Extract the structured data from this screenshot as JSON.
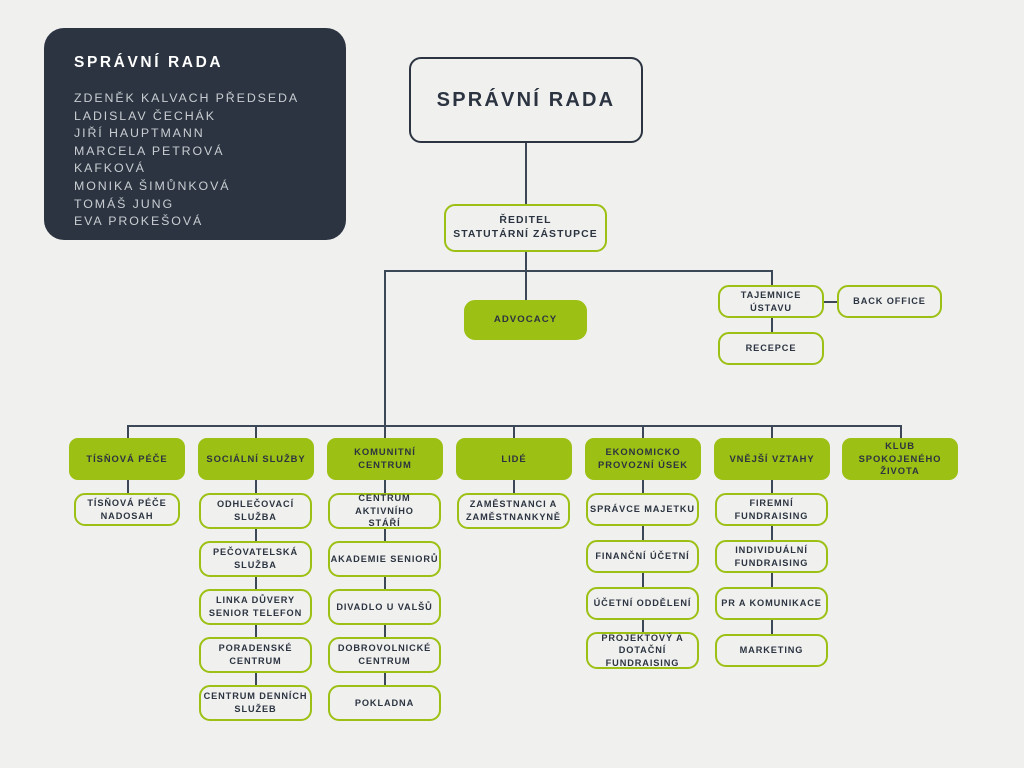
{
  "palette": {
    "background": "#f0f0ef",
    "dark": "#2b3440",
    "green": "#9cc013",
    "line": "#3c4858",
    "panel_text": "#c9cdd2"
  },
  "board_panel": {
    "title": "SPRÁVNÍ RADA",
    "members": [
      "ZDENĚK KALVACH PŘEDSEDA",
      "LADISLAV ČECHÁK",
      "JIŘÍ HAUPTMANN",
      "MARCELA PETROVÁ",
      "KAFKOVÁ",
      "MONIKA ŠIMŮNKOVÁ",
      "TOMÁŠ JUNG",
      "EVA PROKEŠOVÁ"
    ]
  },
  "chart_data": {
    "type": "diagram",
    "title": "Organizational chart",
    "root": {
      "label": "SPRÁVNÍ RADA"
    },
    "director": {
      "label_line1": "ŘEDITEL",
      "label_line2": "STATUTÁRNÍ ZÁSTUPCE"
    },
    "advocacy": {
      "label": "ADVOCACY"
    },
    "secretariat": {
      "secretary": {
        "label": "TAJEMNICE ÚSTAVU"
      },
      "back_office": {
        "label": "BACK OFFICE"
      },
      "reception": {
        "label": "RECEPCE"
      }
    },
    "departments": [
      {
        "label_line1": "TÍSŇOVÁ PÉČE",
        "label_line2": "",
        "children": [
          {
            "line1": "TÍSŇOVÁ PÉČE",
            "line2": "NADOSAH"
          }
        ]
      },
      {
        "label_line1": "SOCIÁLNÍ SLUŽBY",
        "label_line2": "",
        "children": [
          {
            "line1": "ODHLEČOVACÍ",
            "line2": "SLUŽBA"
          },
          {
            "line1": "PEČOVATELSKÁ",
            "line2": "SLUŽBA"
          },
          {
            "line1": "LINKA DŮVERY",
            "line2": "SENIOR TELEFON"
          },
          {
            "line1": "PORADENSKÉ",
            "line2": "CENTRUM"
          },
          {
            "line1": "CENTRUM DENNÍCH",
            "line2": "SLUŽEB"
          }
        ]
      },
      {
        "label_line1": "KOMUNITNÍ CENTRUM",
        "label_line2": "",
        "children": [
          {
            "line1": "CENTRUM AKTIVNÍHO",
            "line2": "STÁŘÍ"
          },
          {
            "line1": "AKADEMIE SENIORŮ",
            "line2": ""
          },
          {
            "line1": "DIVADLO U VALŠŮ",
            "line2": ""
          },
          {
            "line1": "DOBROVOLNICKÉ",
            "line2": "CENTRUM"
          },
          {
            "line1": "POKLADNA",
            "line2": ""
          }
        ]
      },
      {
        "label_line1": "LIDÉ",
        "label_line2": "",
        "children": [
          {
            "line1": "ZAMĚSTNANCI A",
            "line2": "ZAMĚSTNANKYNĚ"
          }
        ]
      },
      {
        "label_line1": "EKONOMICKO",
        "label_line2": "PROVOZNÍ ÚSEK",
        "children": [
          {
            "line1": "SPRÁVCE MAJETKU",
            "line2": ""
          },
          {
            "line1": "FINANČNÍ ÚČETNÍ",
            "line2": ""
          },
          {
            "line1": "ÚČETNÍ ODDĚLENÍ",
            "line2": ""
          },
          {
            "line1": "PROJEKTOVÝ A",
            "line2": "DOTAČNÍ",
            "line3": "FUNDRAISING"
          }
        ]
      },
      {
        "label_line1": "VNĚJŠÍ VZTAHY",
        "label_line2": "",
        "children": [
          {
            "line1": "FIREMNÍ FUNDRAISING",
            "line2": ""
          },
          {
            "line1": "INDIVIDUÁLNÍ",
            "line2": "FUNDRAISING"
          },
          {
            "line1": "PR A KOMUNIKACE",
            "line2": ""
          },
          {
            "line1": "MARKETING",
            "line2": ""
          }
        ]
      },
      {
        "label_line1": "KLUB SPOKOJENÉHO",
        "label_line2": "ŽIVOTA",
        "children": []
      }
    ]
  }
}
